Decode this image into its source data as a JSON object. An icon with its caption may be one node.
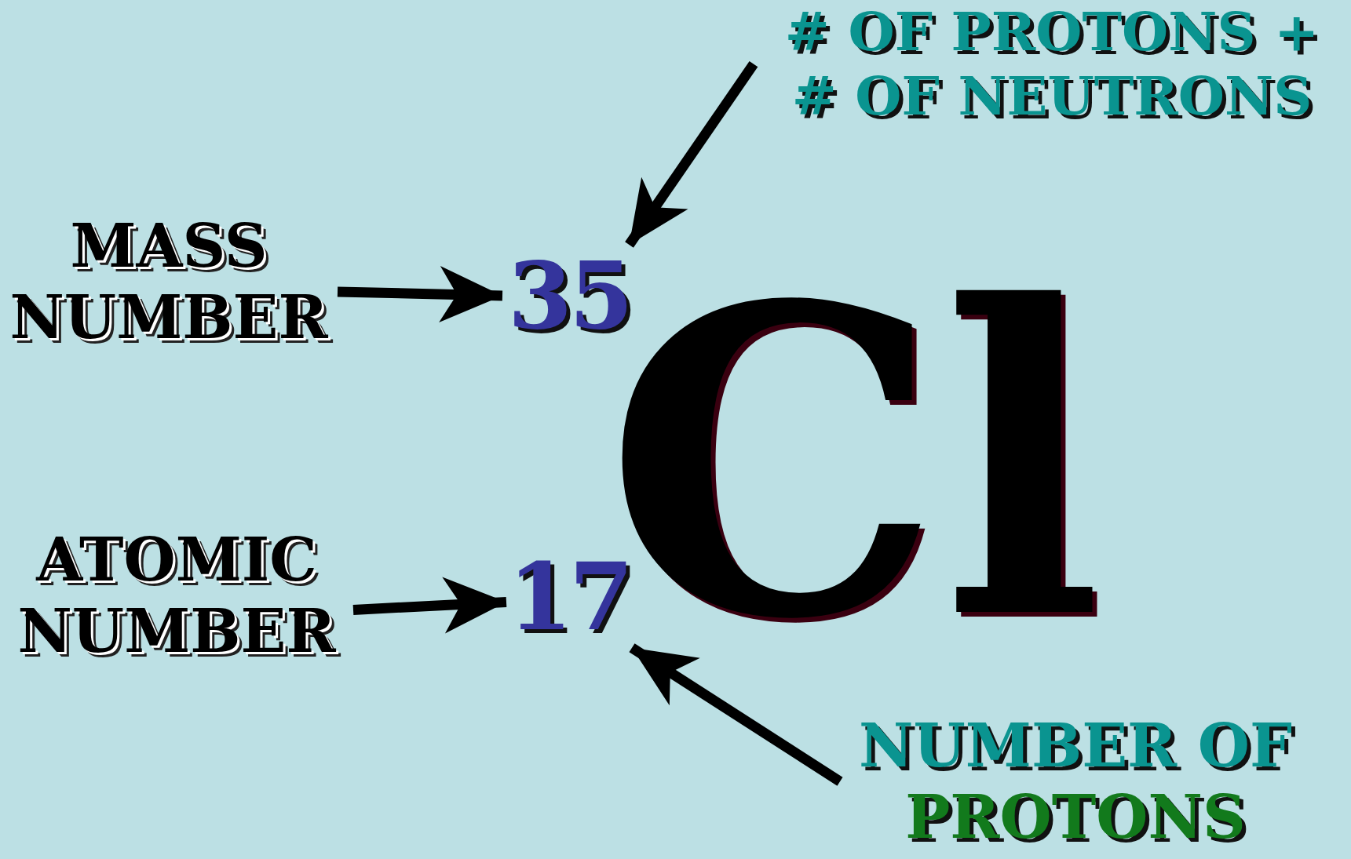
{
  "diagram": {
    "nodes": [
      {
        "text": [
          "MASS NUMBER"
        ]
      },
      {
        "text": [
          "35"
        ]
      },
      {
        "text": [
          "# OF PROTONS + # OF NEUTRONS"
        ]
      },
      {
        "text": [
          "ATOMIC NUMBER"
        ]
      },
      {
        "text": [
          "17"
        ]
      },
      {
        "text": [
          "NUMBER OF",
          "PROTONS"
        ]
      }
    ],
    "edges": [
      {
        "from": 0,
        "to": 1,
        "arrow": "to"
      },
      {
        "from": 2,
        "to": 1,
        "arrow": "to"
      },
      {
        "from": 3,
        "to": 4,
        "arrow": "to"
      },
      {
        "from": 5,
        "to": 4,
        "arrow": "to"
      }
    ],
    "labels": [
      "Cl"
    ]
  }
}
